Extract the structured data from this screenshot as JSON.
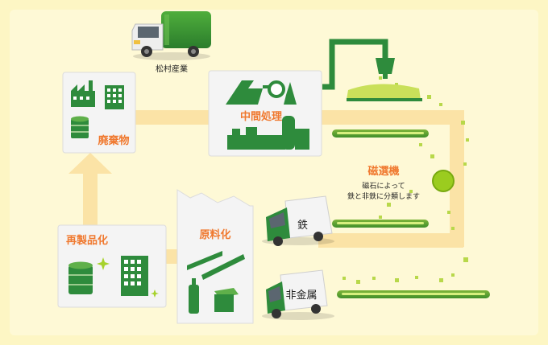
{
  "nodes": {
    "truck_company": "松村産業",
    "waste": "廃棄物",
    "intermediate": "中間処理",
    "magnet_title": "磁選機",
    "magnet_desc_1": "磁石によって",
    "magnet_desc_2": "鉄と非鉄に分類します",
    "iron": "鉄",
    "nonferrous": "非金属",
    "raw_material": "原料化",
    "recycled": "再製品化"
  },
  "colors": {
    "background": "#fdf6c4",
    "flow_path": "#fbe3a6",
    "green_dark": "#2e8b3c",
    "green_light": "#a6d22c",
    "accent_orange": "#f0792f",
    "card": "#f4f4f4"
  },
  "icons": [
    "garbage-truck-icon",
    "factory-icon",
    "building-icon",
    "barrel-icon",
    "conveyor-icon",
    "plant-icon",
    "hopper-icon",
    "magnet-drum-icon",
    "delivery-truck-icon",
    "steel-beam-icon",
    "bottle-icon",
    "box-icon"
  ]
}
